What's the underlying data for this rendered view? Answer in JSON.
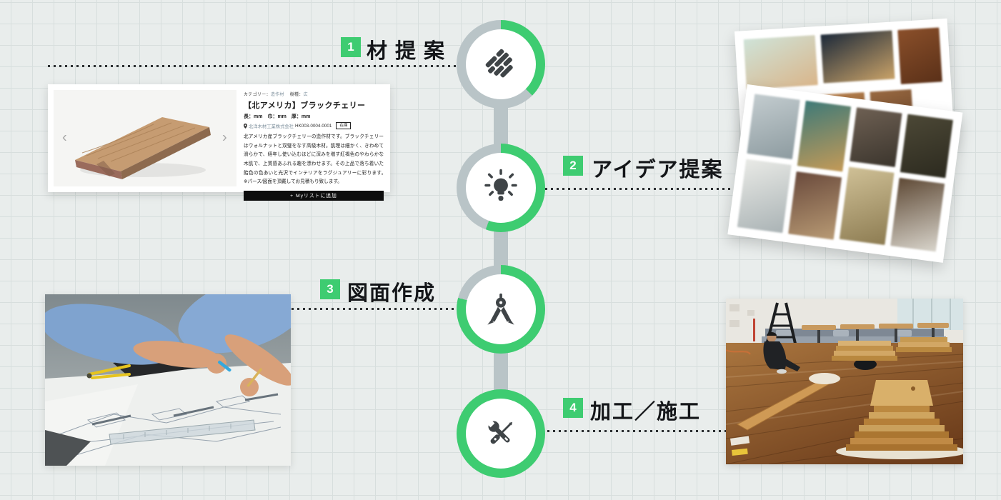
{
  "colors": {
    "green": "#3ecc71",
    "ring_gray": "#b9c4c7",
    "icon_dark": "#3f4447",
    "text_dark": "#141619",
    "background": "#e9edec",
    "grid_line": "#d7dedd"
  },
  "steps": [
    {
      "number": "1",
      "label": "材提案",
      "icon": "lumber-icon",
      "progress_deg": 135
    },
    {
      "number": "2",
      "label": "アイデア提案",
      "icon": "lightbulb-icon",
      "progress_deg": 200
    },
    {
      "number": "3",
      "label": "図面作成",
      "icon": "drafting-compass-icon",
      "progress_deg": 285
    },
    {
      "number": "4",
      "label": "加工／施工",
      "icon": "tools-icon",
      "progress_deg": 360
    }
  ],
  "product_card": {
    "category_label": "カテゴリー：",
    "category_value": "造作材",
    "species_label": "樹種：",
    "species_value": "広",
    "title": "【北アメリカ】ブラックチェリー",
    "dimensions": "長：mm　巾：mm　厚：mm",
    "company": "北洋木材工業株式会社",
    "product_code": "HK003-0004-0001",
    "stock_badge": "在庫",
    "description": "北アメリカ産ブラックチェリーの造作材です。ブラックチェリーはウォルナットと双璧をなす高級木材。肌理は細かく、きわめて滑らかで、経年し使い込むほどに深みを増す紅褐色のやわらかな木肌で、上質感あふれる趣を漂わせます。その上品で落ち着いた飴色の色あいと光沢でインテリアをラグジュアリーに彩ります。　※パース/図面を頂戴してお見積もり致します。",
    "add_button_label": "+ Myリストに追加",
    "prev_arrow": "‹",
    "next_arrow": "›"
  },
  "moodboards": {
    "back_rows": [
      [
        {
          "w": 100,
          "h": 70,
          "g": [
            "#cfe3d8",
            "#d9b58a"
          ]
        },
        {
          "w": 100,
          "h": 68,
          "g": [
            "#1d2a3a",
            "#c9a268"
          ]
        },
        {
          "w": 58,
          "h": 76,
          "g": [
            "#8a4f2a",
            "#5a3018"
          ]
        }
      ],
      [
        {
          "w": 56,
          "h": 62,
          "g": [
            "#b98a5a",
            "#7a5a38"
          ]
        },
        {
          "w": 100,
          "h": 56,
          "g": [
            "#c9905a",
            "#8a5a30"
          ]
        },
        {
          "w": 58,
          "h": 66,
          "g": [
            "#9a6a42",
            "#6a4428"
          ]
        }
      ]
    ],
    "front_cols": [
      [
        {
          "h": 84,
          "g": [
            "#c3cccf",
            "#8d9ba0"
          ]
        },
        {
          "h": 96,
          "g": [
            "#e9eae6",
            "#aab3b5"
          ]
        }
      ],
      [
        {
          "h": 92,
          "g": [
            "#3e7a78",
            "#c49a57"
          ]
        },
        {
          "h": 88,
          "g": [
            "#6a4a3c",
            "#b89a74"
          ]
        }
      ],
      [
        {
          "h": 76,
          "g": [
            "#6e6053",
            "#3b352d"
          ]
        },
        {
          "h": 102,
          "g": [
            "#cfc096",
            "#8d7c52"
          ]
        }
      ],
      [
        {
          "h": 82,
          "g": [
            "#4c4836",
            "#2c2a1f"
          ]
        },
        {
          "h": 96,
          "g": [
            "#5f4a36",
            "#d9d5cc"
          ]
        }
      ]
    ]
  }
}
